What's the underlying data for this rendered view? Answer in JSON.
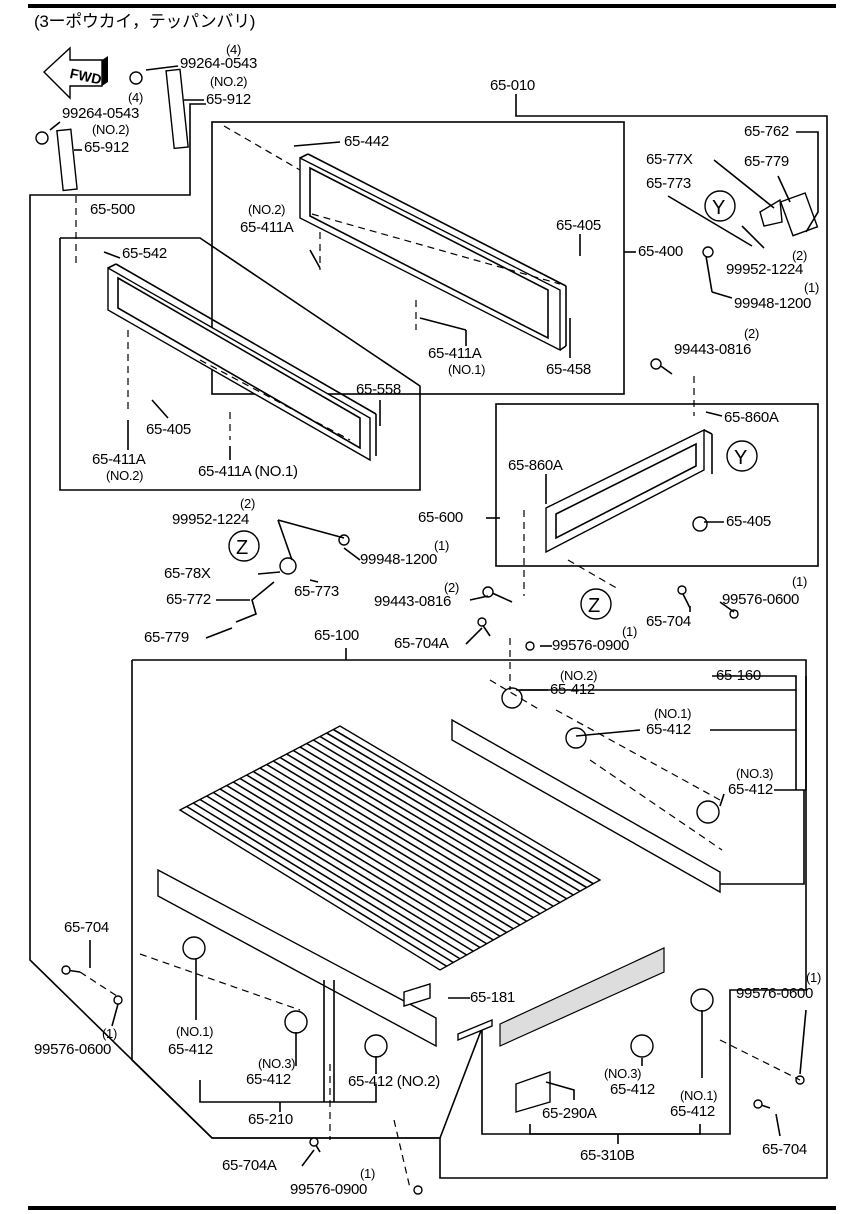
{
  "title": "(3ーポウカイ，テッパンバリ)",
  "fwd": "FWD",
  "circles": [
    "Y",
    "Y",
    "Z",
    "Z"
  ],
  "labels": {
    "q4a": "(4)",
    "p99264a": "99264-0543",
    "no2a": "(NO.2)",
    "q4b": "(4)",
    "p912a": "65-912",
    "p99264b": "99264-0543",
    "no2b": "(NO.2)",
    "p912b": "65-912",
    "p010": "65-010",
    "p442": "65-442",
    "no2c": "(NO.2)",
    "p411a_top": "65-411A",
    "p405_top": "65-405",
    "p400": "65-400",
    "p411a_no1": "65-411A",
    "no1a": "(NO.1)",
    "p458": "65-458",
    "p762": "65-762",
    "p77x": "65-77X",
    "p779a": "65-779",
    "p773a": "65-773",
    "q2a": "(2)",
    "p99952a": "99952-1224",
    "q1a": "(1)",
    "p99948a": "99948-1200",
    "p500": "65-500",
    "p542": "65-542",
    "p558": "65-558",
    "p405_l": "65-405",
    "p411a_l": "65-411A",
    "no2d": "(NO.2)",
    "p411a_l2": "65-411A (NO.1)",
    "q2b": "(2)",
    "p99443a": "99443-0816",
    "p860a_1": "65-860A",
    "p860a_2": "65-860A",
    "p600": "65-600",
    "p405_r": "65-405",
    "q2c": "(2)",
    "p99952b": "99952-1224",
    "p78x": "65-78X",
    "q1b": "(1)",
    "p99948b": "99948-1200",
    "p773b": "65-773",
    "p772": "65-772",
    "p779b": "65-779",
    "q2d": "(2)",
    "p99443b": "99443-0816",
    "p704a_mid": "65-704A",
    "q1c": "(1)",
    "p99576_0900a": "99576-0900",
    "p704_r": "65-704",
    "q1d": "(1)",
    "p99576_0600a": "99576-0600",
    "p100": "65-100",
    "p160": "65-160",
    "no2e": "(NO.2)",
    "p412a": "65-412",
    "no1b": "(NO.1)",
    "p412b": "65-412",
    "no3a": "(NO.3)",
    "p412c": "65-412",
    "p704_l": "65-704",
    "q1e": "(1)",
    "p99576_0600b": "99576-0600",
    "p181": "65-181",
    "no1c": "(NO.1)",
    "p412d": "65-412",
    "no3b": "(NO.3)",
    "p412e": "65-412",
    "p412f": "65-412 (NO.2)",
    "p210": "65-210",
    "p704a_b": "65-704A",
    "q1f": "(1)",
    "p99576_0900b": "99576-0900",
    "q1g": "(1)",
    "p99576_0600c": "99576-0600",
    "no3c": "(NO.3)",
    "p412g": "65-412",
    "no1d": "(NO.1)",
    "p412h": "65-412",
    "p290a": "65-290A",
    "p310b": "65-310B",
    "p704_br": "65-704"
  }
}
